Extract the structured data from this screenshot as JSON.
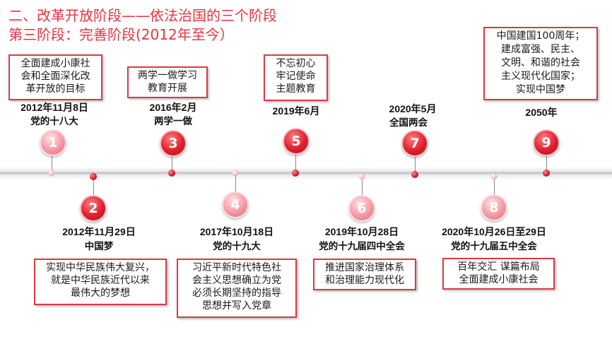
{
  "slide": {
    "title_line1": "二、改革开放阶段——依法治国的三个阶段",
    "title_line2": "第三阶段：完善阶段(2012年至今）"
  },
  "milestones": [
    {
      "number": "1",
      "date": "2012年11月8日",
      "event": "党的十八大",
      "note": [
        "全面建成小康社",
        "会和全面深化改",
        "革开放的目标"
      ]
    },
    {
      "number": "2",
      "date": "2012年11月29日",
      "event": "中国梦",
      "note": [
        "实现中华民族伟大复兴，",
        "就是中华民族近代以来",
        "最伟大的梦想"
      ]
    },
    {
      "number": "3",
      "date": "2016年2月",
      "event": "两学一做",
      "note": [
        "两学一做学习",
        "教育开展"
      ]
    },
    {
      "number": "4",
      "date": "2017年10月18日",
      "event": "党的十九大",
      "note": [
        "习近平新时代特色社",
        "会主义思想确立为党",
        "必须长期坚持的指导",
        "思想并写入党章"
      ]
    },
    {
      "number": "5",
      "date": "2019年6月",
      "event": "",
      "note": [
        "不忘初心",
        "牢记使命",
        "主题教育"
      ]
    },
    {
      "number": "6",
      "date": "2019年10月28日",
      "event": "党的十九届四中全会",
      "note": [
        "推进国家治理体系",
        "和治理能力现代化"
      ]
    },
    {
      "number": "7",
      "date": "2020年5月",
      "event": "全国两会",
      "note": []
    },
    {
      "number": "8",
      "date": "2020年10月26日至29日",
      "event": "党的十九届五中全会",
      "note": [
        "百年交汇 谋篇布局",
        "全面建成小康社会"
      ]
    },
    {
      "number": "9",
      "date": "2050年",
      "event": "",
      "note": [
        "中国建国100周年；",
        "建成富强、民主、",
        "文明、和谐的社会",
        "主义现代化国家；",
        "实现中国梦"
      ]
    }
  ],
  "colors": {
    "accent": "#e8333f",
    "circle_dark": "#e0202f",
    "circle_light": "#f39aa5",
    "note_border": "#d93a45"
  }
}
